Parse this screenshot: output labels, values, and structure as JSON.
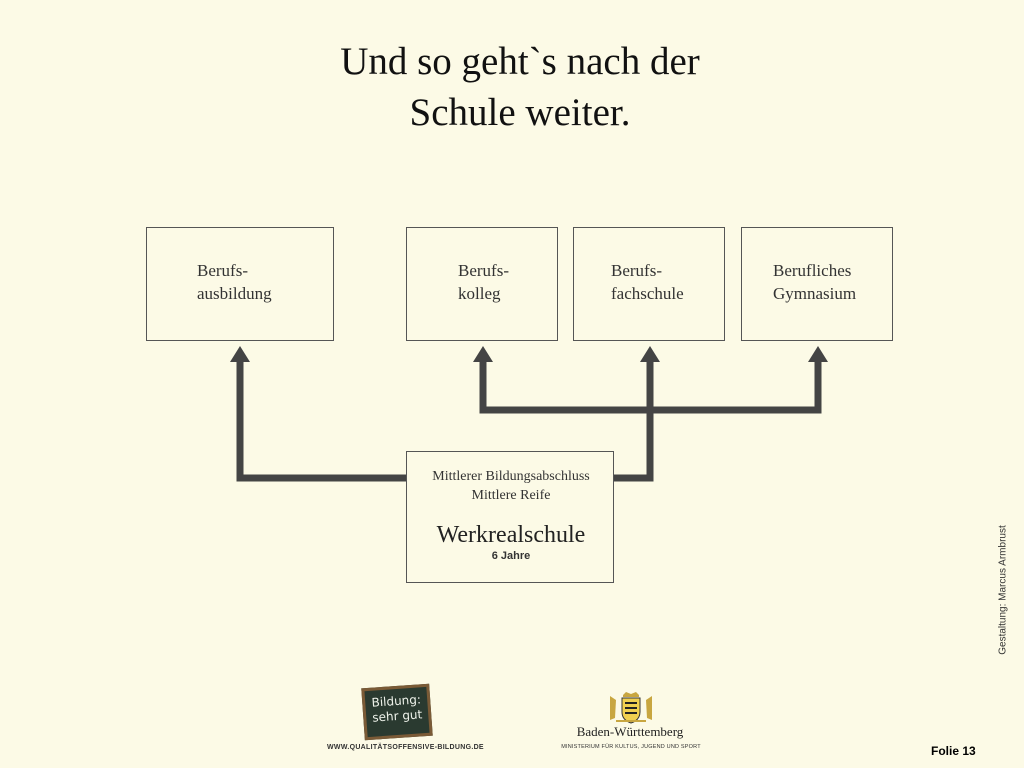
{
  "slide": {
    "title_lines": [
      "Und so geht`s nach der",
      "Schule weiter."
    ],
    "credit": "Gestaltung: Marcus Armbrust",
    "slide_number": "Folie 13"
  },
  "diagram": {
    "destinations": [
      {
        "id": "berufsausbildung",
        "lines": [
          "Berufs-",
          "ausbildung"
        ]
      },
      {
        "id": "berufskolleg",
        "lines": [
          "Berufs-",
          "kolleg"
        ]
      },
      {
        "id": "berufsfachschule",
        "lines": [
          "Berufs-",
          "fachschule"
        ]
      },
      {
        "id": "berufliches-gymnasium",
        "lines": [
          "Berufliches",
          "Gymnasium"
        ]
      }
    ],
    "source": {
      "qualification_lines": [
        "Mittlerer Bildungsabschluss",
        "Mittlere Reife"
      ],
      "school": "Werkrealschule",
      "duration": "6 Jahre"
    },
    "connector_color": "#444444"
  },
  "footer": {
    "chalkboard_lines": [
      "Bildung:",
      "sehr gut"
    ],
    "website": "WWW.QUALITÄTSOFFENSIVE-BILDUNG.DE",
    "state_name": "Baden-Württemberg",
    "ministry": "MINISTERIUM FÜR KULTUS, JUGEND UND SPORT"
  }
}
